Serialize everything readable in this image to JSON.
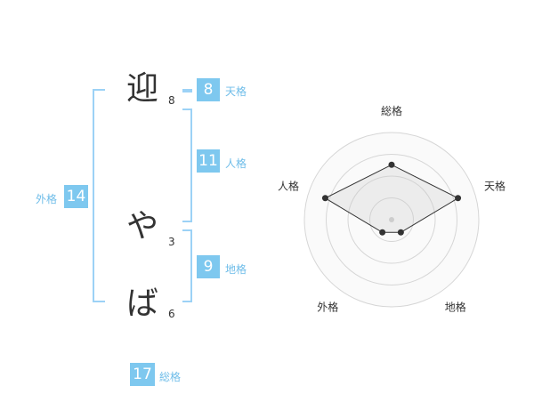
{
  "name": {
    "chars": [
      {
        "char": "迎",
        "strokes": "8"
      },
      {
        "char": "や",
        "strokes": "3"
      },
      {
        "char": "ば",
        "strokes": "6"
      }
    ]
  },
  "kakusu": {
    "tenkaku": {
      "label": "天格",
      "value": "8"
    },
    "jinkaku": {
      "label": "人格",
      "value": "11"
    },
    "chikaku": {
      "label": "地格",
      "value": "9"
    },
    "gaikaku": {
      "label": "外格",
      "value": "14"
    },
    "soukaku": {
      "label": "総格",
      "value": "17"
    }
  },
  "colors": {
    "accent": "#7ec8ef",
    "bracket": "#9cd2f6",
    "label": "#6fbde9",
    "text": "#333333"
  },
  "chart_data": {
    "type": "radar",
    "axes": [
      "総格",
      "天格",
      "地格",
      "外格",
      "人格"
    ],
    "values": [
      0.63,
      0.8,
      0.18,
      0.18,
      0.8
    ],
    "range": [
      0,
      1
    ],
    "rings": 4,
    "grid": true
  }
}
